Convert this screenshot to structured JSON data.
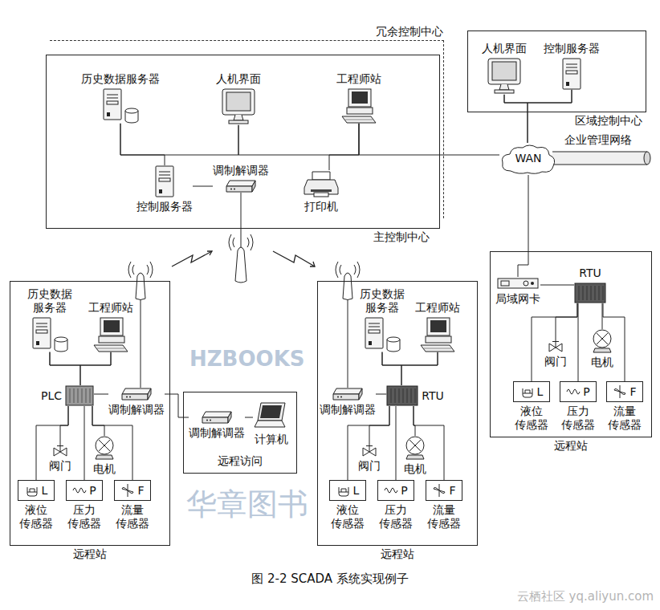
{
  "diagram": {
    "caption": "图 2-2 SCADA 系统实现例子",
    "nodes": [
      {
        "text": [
          "冗余控制中心"
        ]
      },
      {
        "text": [
          "主控制中心"
        ]
      },
      {
        "text": [
          "历史数据服务器"
        ],
        "in": 1
      },
      {
        "text": [
          "人机界面"
        ],
        "in": 1
      },
      {
        "text": [
          "工程师站"
        ],
        "in": 1
      },
      {
        "text": [
          "控制服务器"
        ],
        "in": 1
      },
      {
        "text": [
          "调制解调器"
        ],
        "in": 1
      },
      {
        "text": [
          "打印机"
        ],
        "in": 1
      },
      {
        "text": [
          "区域控制中心"
        ]
      },
      {
        "text": [
          "人机界面"
        ],
        "in": 8
      },
      {
        "text": [
          "控制服务器"
        ],
        "in": 8
      },
      {
        "text": [
          "WAN"
        ]
      },
      {
        "text": [
          "远程站"
        ]
      },
      {
        "text": [
          "历史数据 服务器"
        ],
        "in": 12
      },
      {
        "text": [
          "工程师站"
        ],
        "in": 12
      },
      {
        "text": [
          "PLC"
        ],
        "in": 12
      },
      {
        "text": [
          "调制解调器"
        ],
        "in": 12
      },
      {
        "text": [
          "阀门"
        ],
        "in": 12
      },
      {
        "text": [
          "电机"
        ],
        "in": 12
      },
      {
        "text": [
          "L",
          "液位 传感器"
        ],
        "in": 12
      },
      {
        "text": [
          "P",
          "压力 传感器"
        ],
        "in": 12
      },
      {
        "text": [
          "F",
          "流量 传感器"
        ],
        "in": 12
      },
      {
        "text": [
          "远程访问"
        ]
      },
      {
        "text": [
          "调制解调器"
        ],
        "in": 22
      },
      {
        "text": [
          "计算机"
        ],
        "in": 22
      },
      {
        "text": [
          "远程站"
        ]
      },
      {
        "text": [
          "历史数据 服务器"
        ],
        "in": 25
      },
      {
        "text": [
          "工程师站"
        ],
        "in": 25
      },
      {
        "text": [
          "调制解调器"
        ],
        "in": 25
      },
      {
        "text": [
          "RTU"
        ],
        "in": 25
      },
      {
        "text": [
          "阀门"
        ],
        "in": 25
      },
      {
        "text": [
          "电机"
        ],
        "in": 25
      },
      {
        "text": [
          "L",
          "液位 传感器"
        ],
        "in": 25
      },
      {
        "text": [
          "P",
          "压力 传感器"
        ],
        "in": 25
      },
      {
        "text": [
          "F",
          "流量 传感器"
        ],
        "in": 25
      },
      {
        "text": [
          "远程站"
        ]
      },
      {
        "text": [
          "局域网卡"
        ],
        "in": 35
      },
      {
        "text": [
          "RTU"
        ],
        "in": 35
      },
      {
        "text": [
          "阀门"
        ],
        "in": 35
      },
      {
        "text": [
          "电机"
        ],
        "in": 35
      },
      {
        "text": [
          "L",
          "液位 传感器"
        ],
        "in": 35
      },
      {
        "text": [
          "P",
          "压力 传感器"
        ],
        "in": 35
      },
      {
        "text": [
          "F",
          "流量 传感器"
        ],
        "in": 35
      }
    ],
    "edges": [
      {
        "from": 2,
        "to": 3,
        "arrow": "none"
      },
      {
        "from": 3,
        "to": 4,
        "arrow": "none"
      },
      {
        "from": 2,
        "to": 5,
        "arrow": "none"
      },
      {
        "from": 4,
        "to": 7,
        "arrow": "none"
      },
      {
        "from": 4,
        "to": 11,
        "arrow": "none"
      },
      {
        "from": 5,
        "to": 6,
        "arrow": "none"
      },
      {
        "from": 9,
        "to": 10,
        "arrow": "none"
      },
      {
        "from": 9,
        "to": 11,
        "arrow": "none"
      },
      {
        "from": 10,
        "to": 11,
        "arrow": "none"
      },
      {
        "from": 11,
        "to": 36,
        "arrow": "none"
      },
      {
        "from": 36,
        "to": 37,
        "arrow": "none"
      },
      {
        "from": 37,
        "to": 38,
        "arrow": "none"
      },
      {
        "from": 37,
        "to": 39,
        "arrow": "none"
      },
      {
        "from": 37,
        "to": 40,
        "arrow": "none"
      },
      {
        "from": 37,
        "to": 41,
        "arrow": "none"
      },
      {
        "from": 37,
        "to": 42,
        "arrow": "none"
      },
      {
        "from": 13,
        "to": 14,
        "arrow": "none"
      },
      {
        "from": 13,
        "to": 15,
        "arrow": "none"
      },
      {
        "from": 14,
        "to": 15,
        "arrow": "none"
      },
      {
        "from": 15,
        "to": 16,
        "arrow": "none"
      },
      {
        "from": 15,
        "to": 17,
        "arrow": "none"
      },
      {
        "from": 15,
        "to": 18,
        "arrow": "none"
      },
      {
        "from": 15,
        "to": 19,
        "arrow": "none"
      },
      {
        "from": 15,
        "to": 20,
        "arrow": "none"
      },
      {
        "from": 15,
        "to": 21,
        "arrow": "none"
      },
      {
        "from": 16,
        "to": 23,
        "arrow": "none"
      },
      {
        "from": 23,
        "to": 24,
        "arrow": "none"
      },
      {
        "from": 26,
        "to": 27,
        "arrow": "none"
      },
      {
        "from": 26,
        "to": 29,
        "arrow": "none"
      },
      {
        "from": 27,
        "to": 29,
        "arrow": "none"
      },
      {
        "from": 28,
        "to": 29,
        "arrow": "none"
      },
      {
        "from": 29,
        "to": 30,
        "arrow": "none"
      },
      {
        "from": 29,
        "to": 31,
        "arrow": "none"
      },
      {
        "from": 29,
        "to": 32,
        "arrow": "none"
      },
      {
        "from": 29,
        "to": 33,
        "arrow": "none"
      },
      {
        "from": 29,
        "to": 34,
        "arrow": "none"
      }
    ],
    "labels": [
      "企业管理网络",
      "HZBOOKS",
      "华章图书",
      "云栖社区 yq.aliyun.com"
    ]
  }
}
